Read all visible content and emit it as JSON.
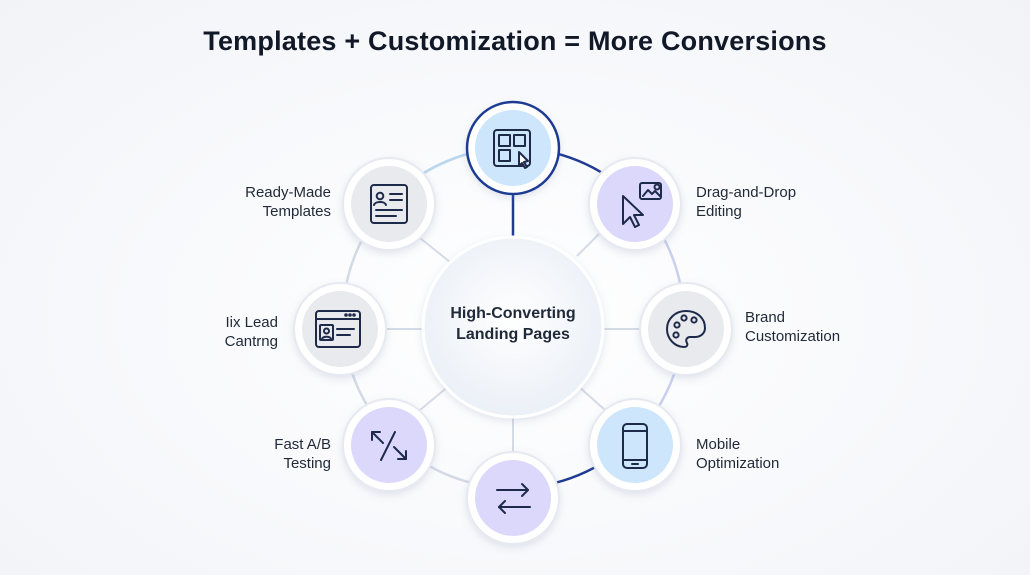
{
  "title": "Templates + Customization = More Conversions",
  "center": {
    "line1": "High-Converting",
    "line2": "Landing Pages"
  },
  "colors": {
    "ring_blue": "#1f3a93",
    "ring_light": "#c8d3e8",
    "node_blue_fill": "#cde6fb",
    "node_purple_fill": "#dcd8fb",
    "node_gray_fill": "#e9eaee",
    "icon_stroke": "#1e2a4a"
  },
  "nodes": [
    {
      "id": "top",
      "icon": "layout-grid-cursor-icon",
      "line1": "",
      "line2": ""
    },
    {
      "id": "drag",
      "icon": "cursor-image-icon",
      "line1": "Drag-and-Drop",
      "line2": "Editing"
    },
    {
      "id": "brand",
      "icon": "palette-icon",
      "line1": "Brand",
      "line2": "Customization"
    },
    {
      "id": "mobile",
      "icon": "smartphone-icon",
      "line1": "Mobile",
      "line2": "Optimization"
    },
    {
      "id": "swap",
      "icon": "swap-arrows-icon",
      "line1": "",
      "line2": ""
    },
    {
      "id": "ab",
      "icon": "ab-arrows-icon",
      "line1": "Fast A/B",
      "line2": "Testing"
    },
    {
      "id": "lead",
      "icon": "browser-form-icon",
      "line1": "Iix Lead",
      "line2": "Cantrng"
    },
    {
      "id": "templates",
      "icon": "document-profile-icon",
      "line1": "Ready-Made",
      "line2": "Templates"
    }
  ]
}
